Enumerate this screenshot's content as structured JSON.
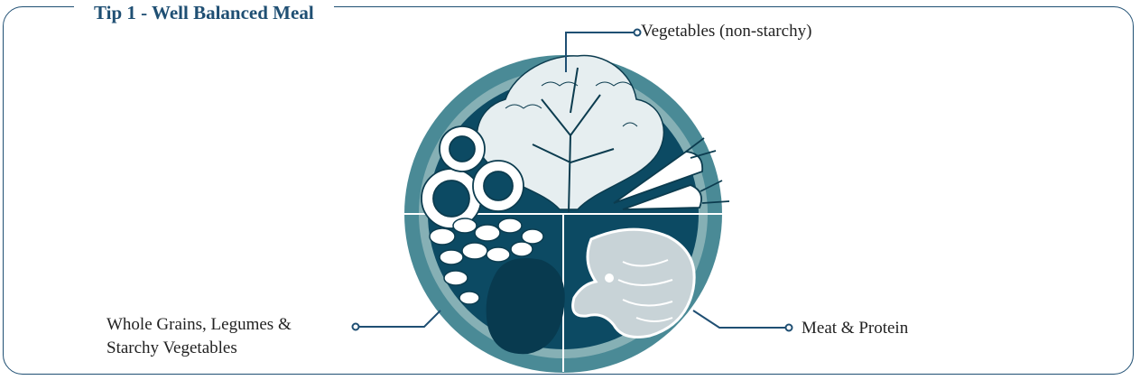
{
  "title": "Tip 1 - Well Balanced Meal",
  "labels": {
    "vegetables": "Vegetables (non-starchy)",
    "protein": "Meat & Protein",
    "grains_line1": "Whole Grains, Legumes &",
    "grains_line2": "Starchy Vegetables"
  },
  "colors": {
    "frame": "#1f4f73",
    "plate_outer": "#4a8a96",
    "plate_rim": "#86b0b5",
    "plate_inner": "#0c4a63",
    "label_text": "#222222"
  }
}
